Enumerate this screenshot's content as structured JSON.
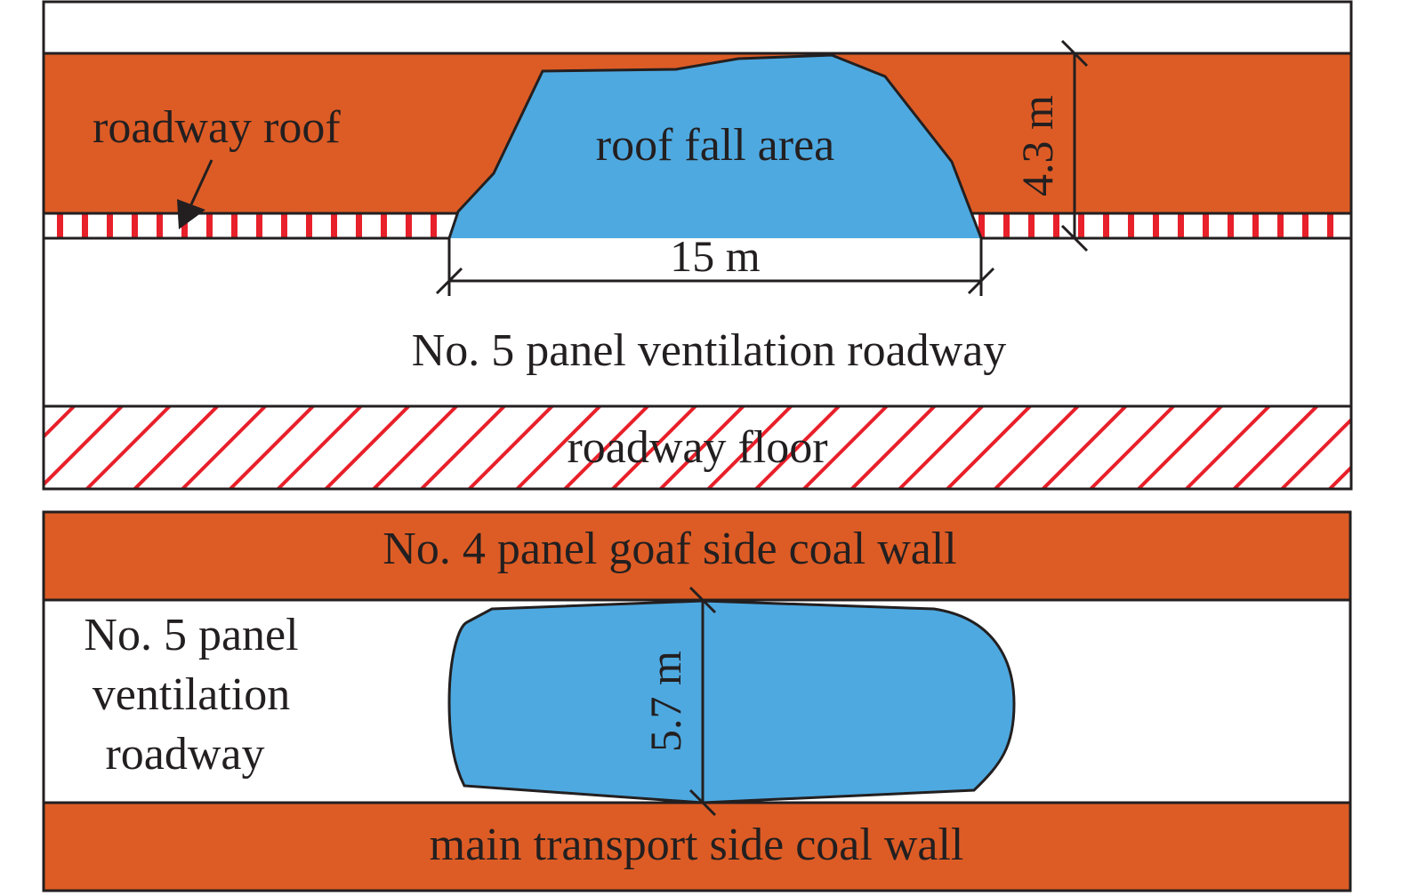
{
  "colors": {
    "coal": "#dd5c25",
    "roof_fall": "#4ea9e0",
    "hatch": "#e8202a",
    "line": "#231f20",
    "background": "#ffffff"
  },
  "section_view": {
    "roof_label": "roadway roof",
    "roof_fall_label": "roof fall area",
    "height_dimension": "4.3 m",
    "length_dimension": "15 m",
    "roadway_label": "No. 5 panel ventilation roadway",
    "floor_label": "roadway floor"
  },
  "plan_view": {
    "upper_wall_label": "No. 4 panel goaf side coal wall",
    "roadway_label_lines": [
      "No. 5 panel",
      "ventilation",
      "roadway"
    ],
    "width_dimension": "5.7 m",
    "lower_wall_label": "main transport side coal wall"
  }
}
